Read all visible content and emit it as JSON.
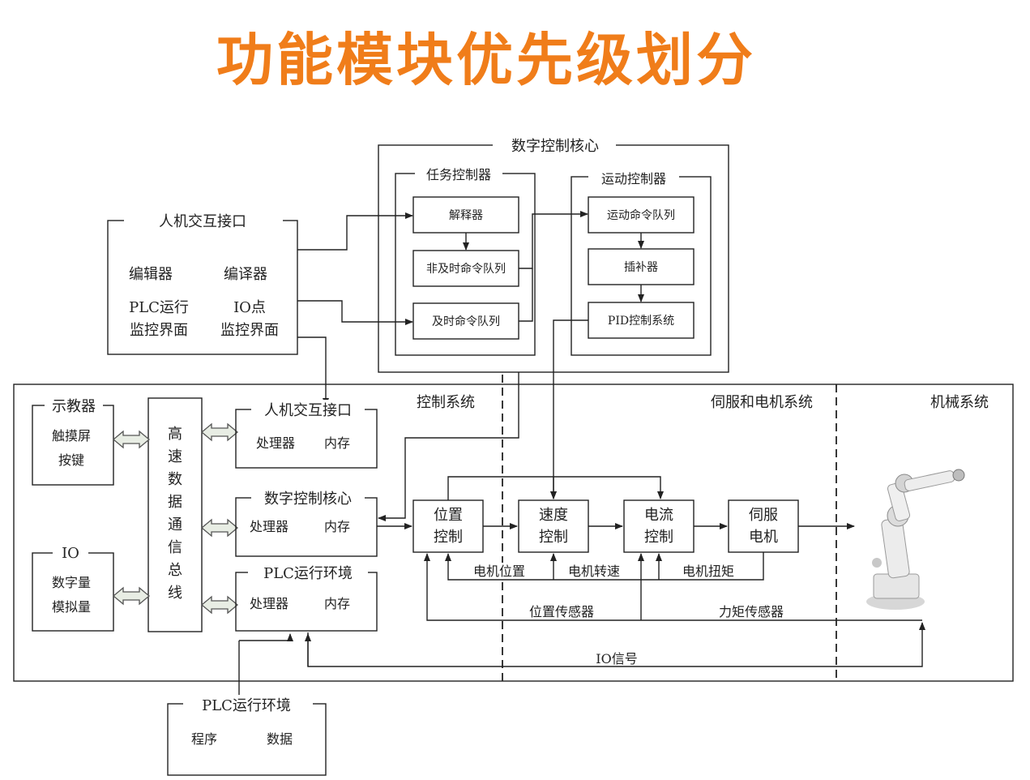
{
  "title": "功能模块优先级划分",
  "nc_core": {
    "title": "数字控制核心",
    "task_controller": {
      "title": "任务控制器",
      "interpreter": "解释器",
      "non_realtime_queue": "非及时命令队列",
      "realtime_queue": "及时命令队列"
    },
    "motion_controller": {
      "title": "运动控制器",
      "motion_queue": "运动命令队列",
      "interpolator": "插补器",
      "pid": "PID控制系统"
    }
  },
  "hmi_top": {
    "title": "人机交互接口",
    "editor": "编辑器",
    "compiler": "编译器",
    "plc_run_1": "PLC运行",
    "plc_run_2": "监控界面",
    "io_point_1": "IO点",
    "io_point_2": "监控界面"
  },
  "sections": {
    "control": "控制系统",
    "servo": "伺服和电机系统",
    "mechanical": "机械系统"
  },
  "teach_pendant": {
    "title": "示教器",
    "line1": "触摸屏",
    "line2": "按键"
  },
  "io_box": {
    "title": "IO",
    "line1": "数字量",
    "line2": "模拟量"
  },
  "bus": [
    "高",
    "速",
    "数",
    "据",
    "通",
    "信",
    "总",
    "线"
  ],
  "modules": {
    "hmi": {
      "title": "人机交互接口",
      "processor": "处理器",
      "memory": "内存"
    },
    "nc": {
      "title": "数字控制核心",
      "processor": "处理器",
      "memory": "内存"
    },
    "plc": {
      "title": "PLC运行环境",
      "processor": "处理器",
      "memory": "内存"
    }
  },
  "loop": {
    "position": [
      "位置",
      "控制"
    ],
    "speed": [
      "速度",
      "控制"
    ],
    "current": [
      "电流",
      "控制"
    ],
    "servo_motor": [
      "伺服",
      "电机"
    ]
  },
  "feedback": {
    "motor_position": "电机位置",
    "motor_speed": "电机转速",
    "motor_torque": "电机扭矩",
    "position_sensor": "位置传感器",
    "torque_sensor": "力矩传感器",
    "io_signal": "IO信号"
  },
  "plc_env_bottom": {
    "title": "PLC运行环境",
    "program": "程序",
    "data": "数据"
  },
  "colors": {
    "title": "#f07d1a",
    "line": "#222222",
    "robot": "#e4e4e4"
  }
}
